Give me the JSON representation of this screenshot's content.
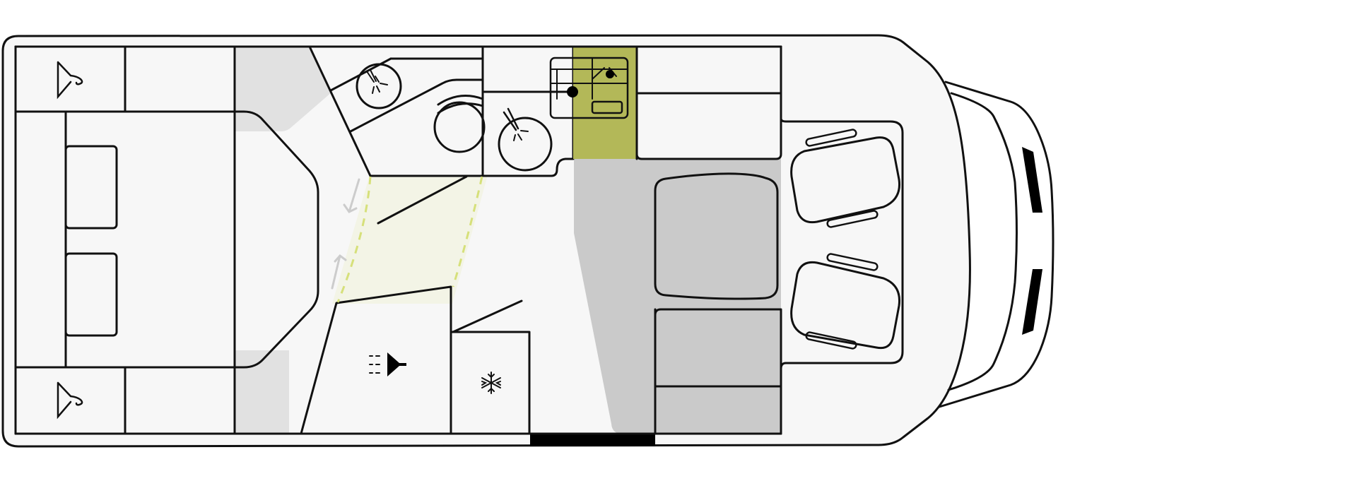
{
  "image": {
    "type": "motorhome-floorplan-top-view",
    "printed_text": []
  },
  "colors": {
    "outline": "#111111",
    "body_fill": "#f7f7f7",
    "floor_highlight": "#f3f4e6",
    "bed": "#f6f8e2",
    "light_yellow": "#ebedaa",
    "yellow_green": "#dde36a",
    "olive": "#b3b858",
    "seat_gray": "#cacaca",
    "dark_gray": "#bbbbbb",
    "light_gray": "#e1e1e1",
    "cab_seat": "#ececec",
    "white": "#ffffff",
    "walk_arrow": "#cccccc",
    "door_dash": "#d6e07a"
  },
  "icons": [
    "hanger-icon",
    "hanger-icon",
    "sink-icon",
    "sink-icon",
    "hob-icon",
    "heater-icon",
    "snowflake-icon"
  ],
  "zones": [
    "rear-bed",
    "wardrobe",
    "bathroom",
    "kitchen",
    "dinette",
    "cab-seats",
    "fridge",
    "heater-cabinet",
    "entrance-door"
  ]
}
